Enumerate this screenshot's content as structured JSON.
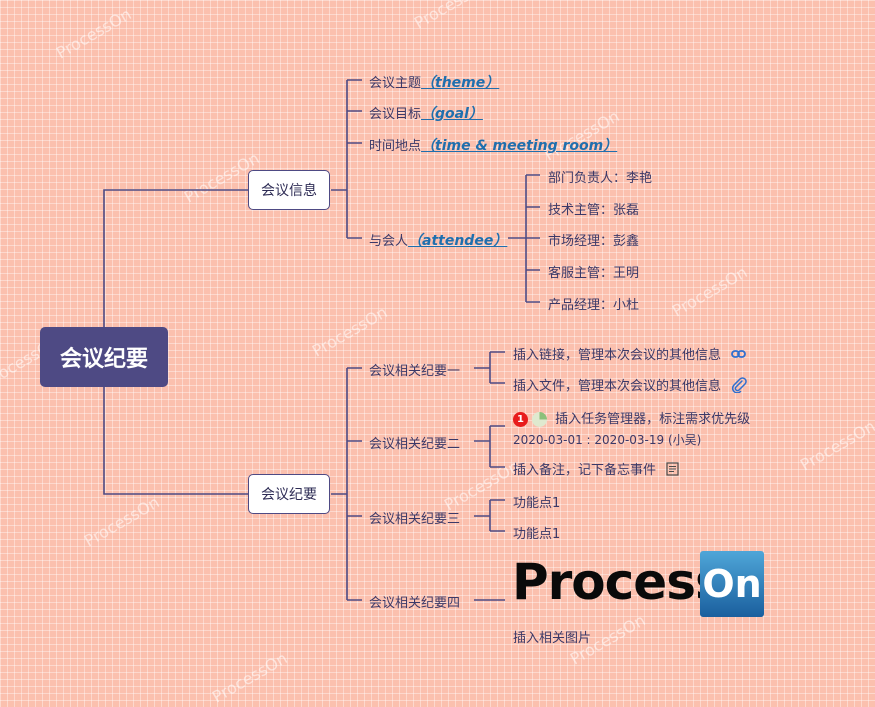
{
  "root": "会议纪要",
  "branches": {
    "info": {
      "label": "会议信息",
      "items": [
        {
          "prefix": "会议主题",
          "en": "（theme）"
        },
        {
          "prefix": "会议目标",
          "en": "（goal）"
        },
        {
          "prefix": "时间地点",
          "en": "（time & meeting room）"
        },
        {
          "prefix": "与会人",
          "en": "（attendee）"
        }
      ],
      "attendees": [
        "部门负责人：李艳",
        "技术主管：张磊",
        "市场经理：彭鑫",
        "客服主管：王明",
        "产品经理：小杜"
      ]
    },
    "minutes": {
      "label": "会议纪要",
      "items": [
        {
          "label": "会议相关纪要一",
          "children": [
            "插入链接，管理本次会议的其他信息",
            "插入文件，管理本次会议的其他信息"
          ]
        },
        {
          "label": "会议相关纪要二",
          "task": "插入任务管理器，标注需求优先级",
          "priority": "1",
          "date": "2020-03-01 : 2020-03-19 (小吴)",
          "note": "插入备注，记下备忘事件"
        },
        {
          "label": "会议相关纪要三",
          "children": [
            "功能点1",
            "功能点1"
          ]
        },
        {
          "label": "会议相关纪要四",
          "image_caption": "插入相关图片"
        }
      ]
    }
  },
  "logo": {
    "text": "Process",
    "box": "On"
  },
  "watermark": "ProcessOn",
  "icons": {
    "link": "link-icon",
    "attachment": "paperclip-icon",
    "note": "note-icon",
    "progress": "progress-pie-icon"
  },
  "colors": {
    "background": "#fbc0ae",
    "node": "#4e4a84",
    "english": "#1f6fae",
    "priority": "#e81c1c"
  }
}
